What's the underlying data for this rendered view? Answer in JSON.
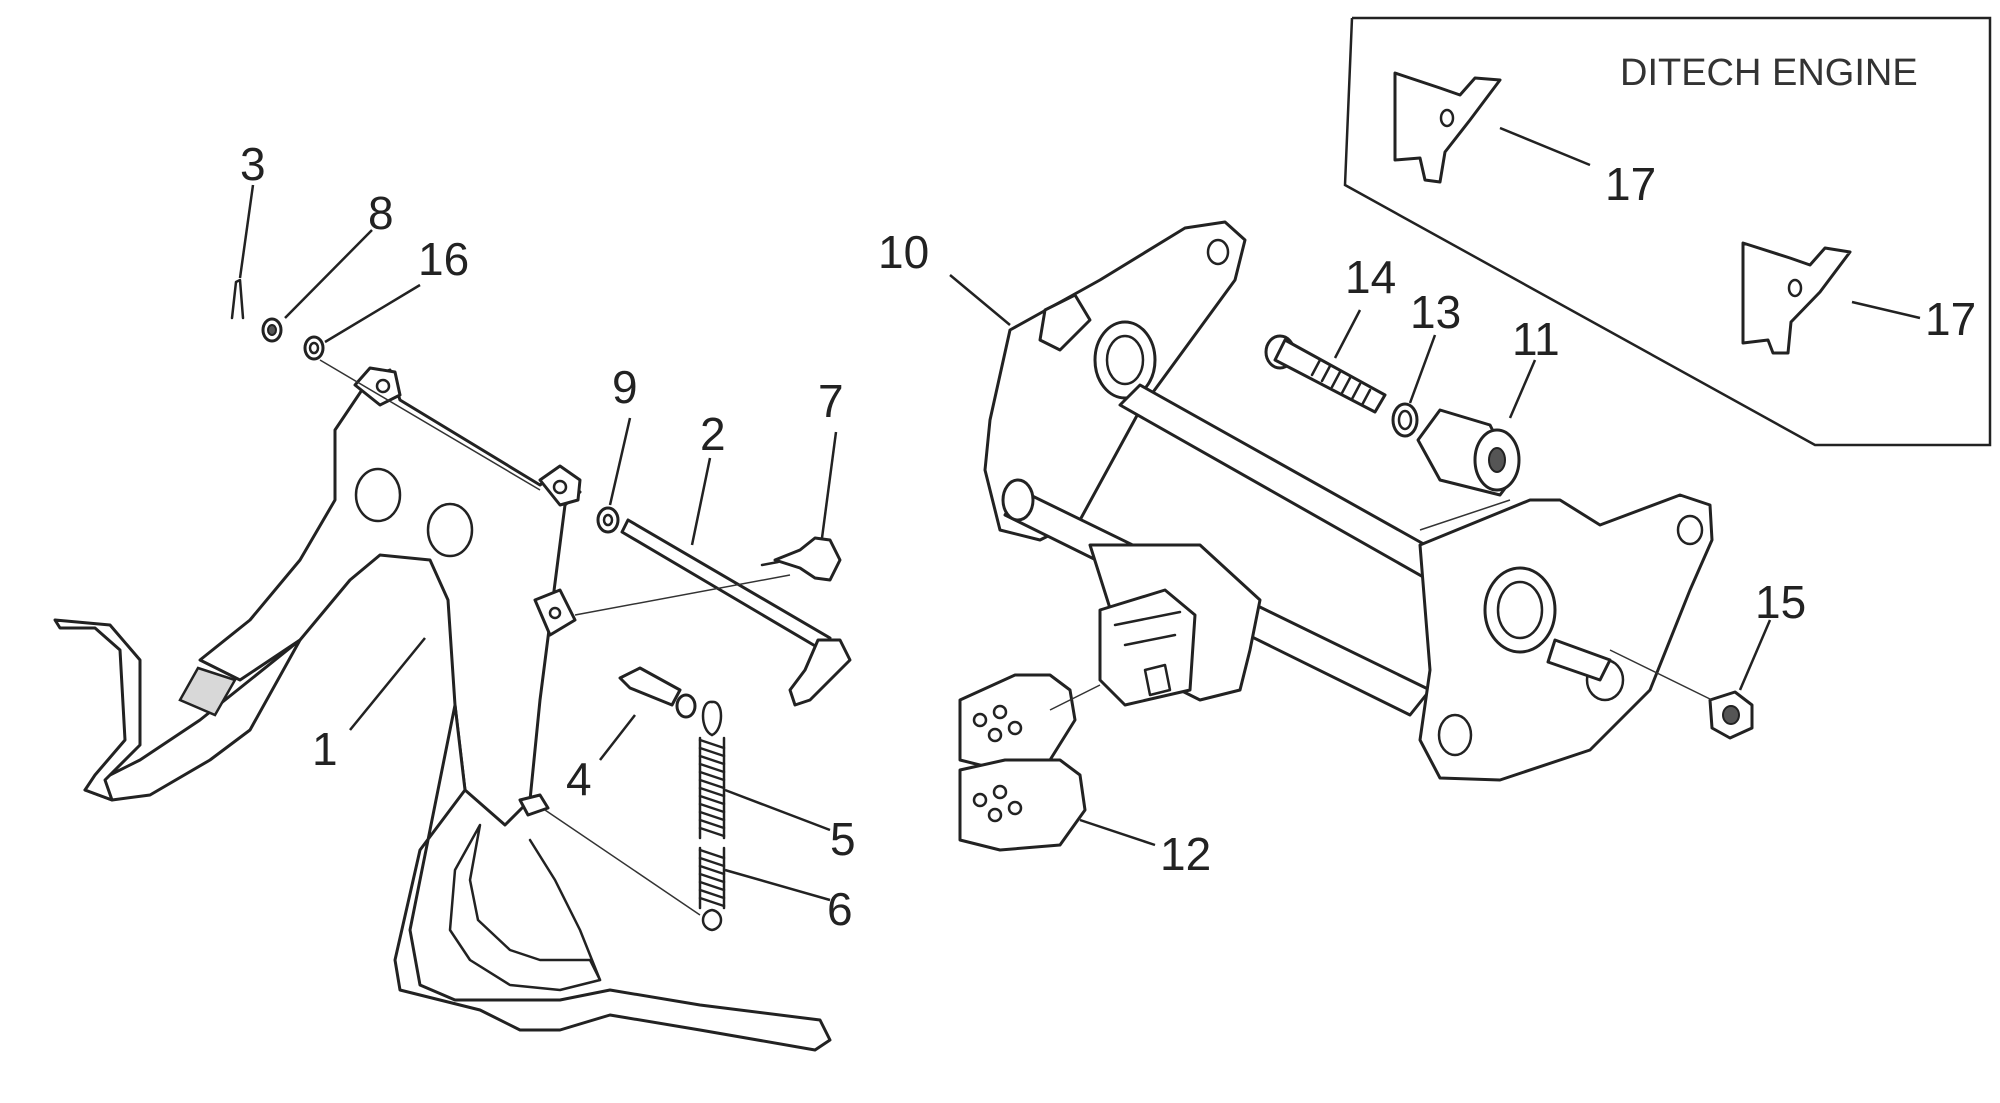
{
  "inset": {
    "title": "DITECH ENGINE"
  },
  "callouts": {
    "c1": "1",
    "c2": "2",
    "c3": "3",
    "c4": "4",
    "c5": "5",
    "c6": "6",
    "c7": "7",
    "c8": "8",
    "c9": "9",
    "c10": "10",
    "c11": "11",
    "c12": "12",
    "c13": "13",
    "c14": "14",
    "c15": "15",
    "c16": "16",
    "c17a": "17",
    "c17b": "17"
  }
}
